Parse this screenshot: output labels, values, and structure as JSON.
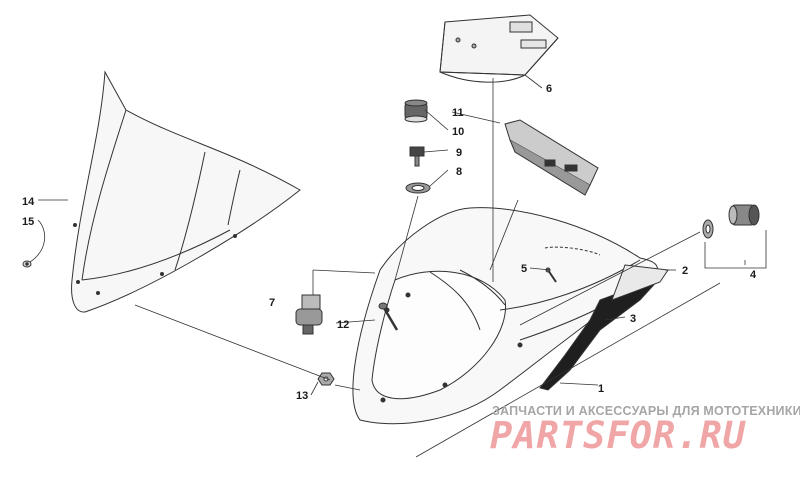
{
  "diagram": {
    "callouts": [
      {
        "id": "1",
        "label": "1"
      },
      {
        "id": "2",
        "label": "2"
      },
      {
        "id": "3",
        "label": "3"
      },
      {
        "id": "4",
        "label": "4"
      },
      {
        "id": "5",
        "label": "5"
      },
      {
        "id": "6",
        "label": "6"
      },
      {
        "id": "7",
        "label": "7"
      },
      {
        "id": "8",
        "label": "8"
      },
      {
        "id": "9",
        "label": "9"
      },
      {
        "id": "10",
        "label": "10"
      },
      {
        "id": "11",
        "label": "11"
      },
      {
        "id": "12",
        "label": "12"
      },
      {
        "id": "13",
        "label": "13"
      },
      {
        "id": "14",
        "label": "14"
      },
      {
        "id": "15",
        "label": "15"
      }
    ]
  },
  "watermark": {
    "subtitle": "ЗАПЧАСТИ И АКСЕССУАРЫ ДЛЯ МОТОТЕХНИКИ",
    "brand": "PARTSFOR.RU",
    "brand_color": "#f0a6a6",
    "subtitle_color": "#a6a6a6"
  }
}
